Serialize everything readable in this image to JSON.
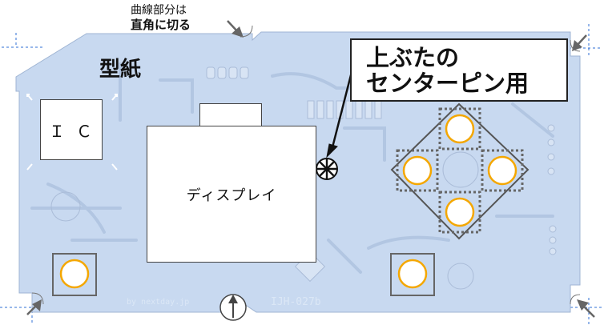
{
  "title": "型紙",
  "corner_note": {
    "line1": "曲線部分は",
    "line2": "直角に切る"
  },
  "ic_label": "ＩＣ",
  "display_label": "ディスプレイ",
  "callout": {
    "line1": "上ぶたの",
    "line2": "センターピン用"
  },
  "board": {
    "brand": "by nextday.jp",
    "model": "IJH-027b"
  },
  "colors": {
    "board": "#c8d9f0",
    "trace": "#b2c6e2",
    "pad": "#d8e4f4",
    "button_fill": "#ffffff",
    "button_ring": "#f4a700",
    "dashed_guide": "#2f6fd6",
    "outline": "#555555"
  },
  "icons": [
    "corner-cut-arrow-icon",
    "center-pin-asterisk-icon",
    "bottom-notch-arrow-icon"
  ]
}
